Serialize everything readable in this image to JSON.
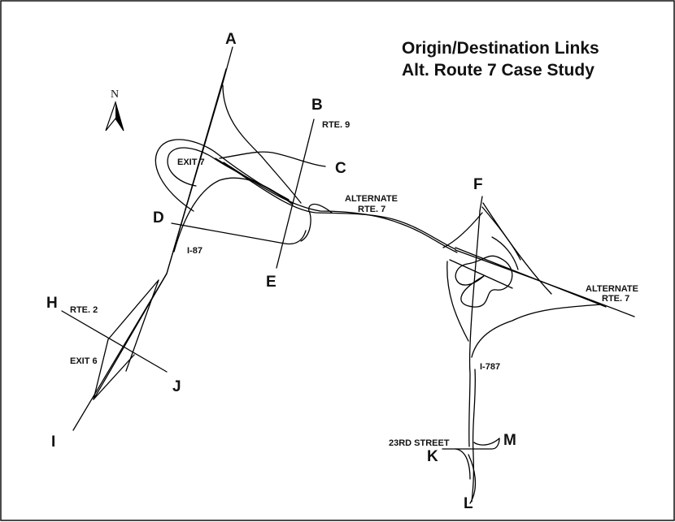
{
  "title": {
    "line1": "Origin/Destination Links",
    "line2": "Alt. Route 7 Case Study"
  },
  "north_arrow": {
    "label": "N",
    "icon": "north-arrow-icon"
  },
  "nodes": [
    "A",
    "B",
    "C",
    "D",
    "E",
    "F",
    "H",
    "I",
    "J",
    "K",
    "L",
    "M"
  ],
  "labels": {
    "rte9": "RTE. 9",
    "exit7": "EXIT 7",
    "alternate": "ALTERNATE",
    "rte7": "RTE. 7",
    "i87": "I-87",
    "rte2": "RTE.  2",
    "exit6": "EXIT 6",
    "i787": "I-787",
    "street23": "23RD STREET",
    "alt_east_1": "ALTERNATE",
    "alt_east_2": "RTE. 7"
  }
}
